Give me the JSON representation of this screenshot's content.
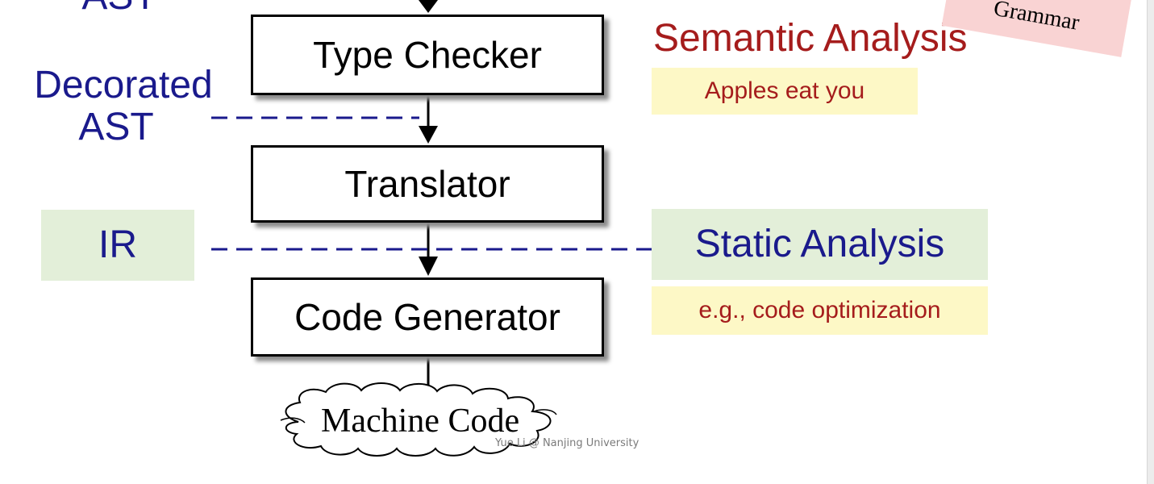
{
  "diagram": {
    "left_labels": {
      "ast_top": "AST",
      "decorated_ast": [
        "Decorated",
        "AST"
      ],
      "ir": "IR"
    },
    "stages": {
      "type_checker": "Type Checker",
      "translator": "Translator",
      "code_generator": "Code Generator",
      "output": "Machine Code"
    },
    "right_labels": {
      "semantic_analysis": "Semantic Analysis",
      "semantic_example": "Apples eat you",
      "static_analysis": "Static Analysis",
      "static_example": "e.g., code optimization"
    },
    "note": {
      "text": "Grammar"
    },
    "footer": "Yue Li @ Nanjing University",
    "colors": {
      "blue_text": "#1a1a8c",
      "red_text": "#a51c1c",
      "green_box": "#e3efd9",
      "yellow_box": "#fdf8c6",
      "pink_note": "#f9d3d3",
      "dash_line": "#1a1a8c"
    }
  }
}
